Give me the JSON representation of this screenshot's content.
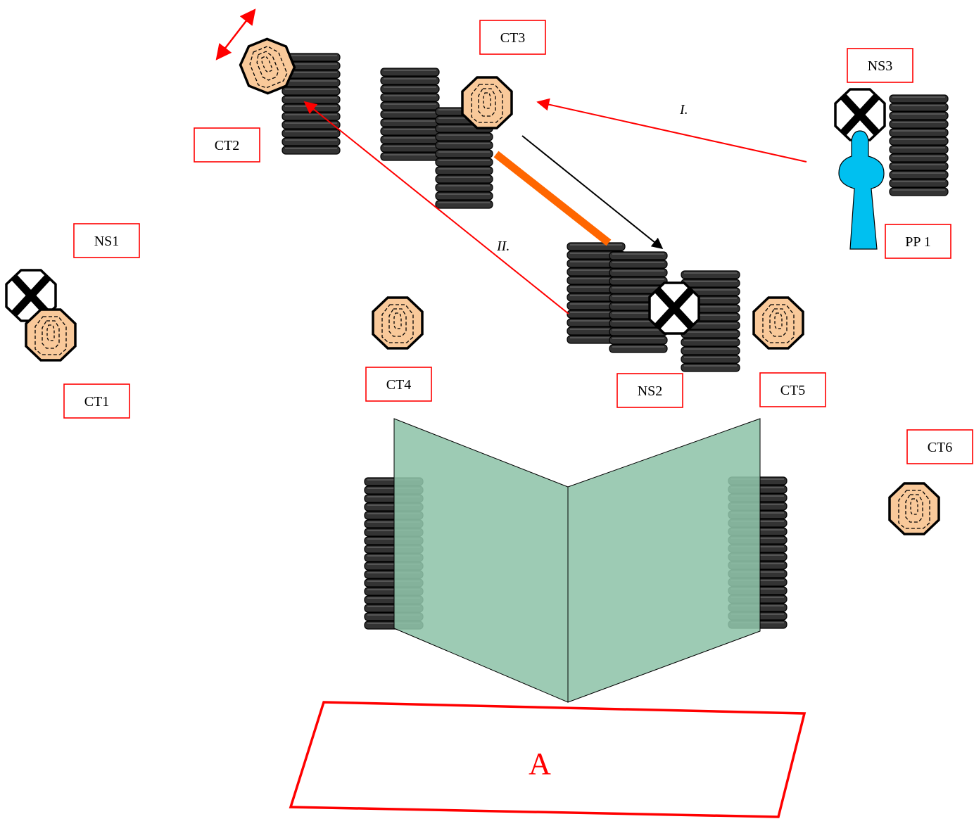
{
  "colors": {
    "label_border": "#ff0000",
    "target_fill": "#f9c99a",
    "tire_fill": "#333333",
    "wall_fill": "#8fc4aa",
    "arrow_red": "#ff0000",
    "arrow_black": "#000000",
    "wide_line": "#ff6600",
    "penalty_post": "#00c0f0",
    "zone_text": "#ff0000"
  },
  "labels": {
    "ct1": "CT1",
    "ct2": "CT2",
    "ct3": "CT3",
    "ct4": "CT4",
    "ct5": "CT5",
    "ct6": "CT6",
    "ns1": "NS1",
    "ns2": "NS2",
    "ns3": "NS3",
    "pp1": "PP 1"
  },
  "annotations": {
    "arrow_one": "I.",
    "arrow_two": "II."
  },
  "zone": {
    "label": "A"
  },
  "icons": {
    "target": "paper-target-icon",
    "no_shoot": "no-shoot-target-icon",
    "barrel_stack": "tire-stack-icon",
    "popper": "popper-icon",
    "double_arrow": "double-arrow-icon"
  }
}
